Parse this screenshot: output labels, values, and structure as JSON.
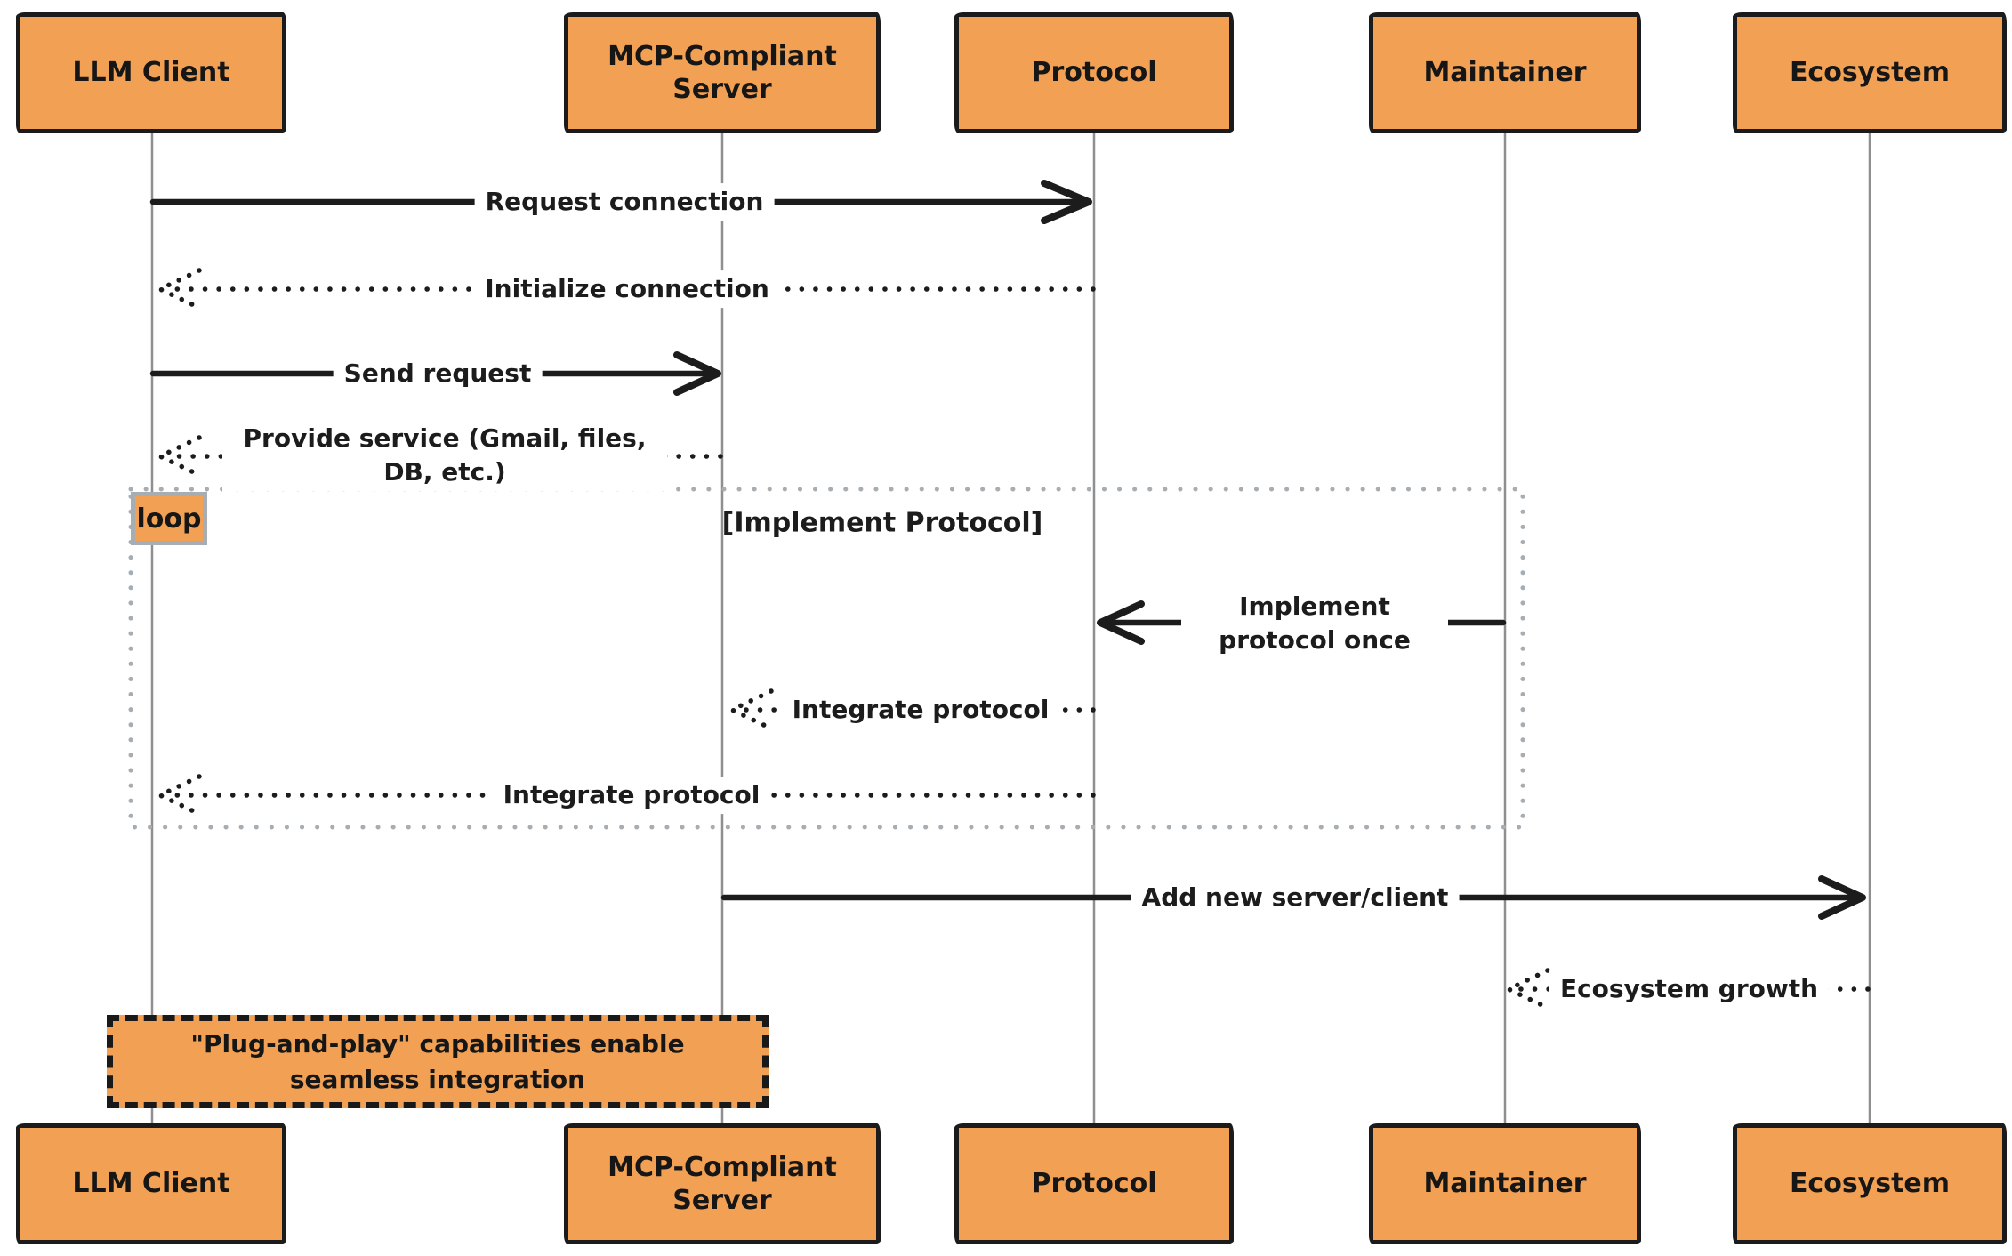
{
  "diagram": {
    "type": "sequence-diagram",
    "actors": [
      {
        "id": "llm-client",
        "label": "LLM Client"
      },
      {
        "id": "mcp-server",
        "label": "MCP-Compliant Server"
      },
      {
        "id": "protocol",
        "label": "Protocol"
      },
      {
        "id": "maintainer",
        "label": "Maintainer"
      },
      {
        "id": "ecosystem",
        "label": "Ecosystem"
      }
    ],
    "messages": [
      {
        "from": "LLM Client",
        "to": "Protocol",
        "label": "Request connection",
        "style": "solid"
      },
      {
        "from": "Protocol",
        "to": "LLM Client",
        "label": "Initialize connection",
        "style": "dotted"
      },
      {
        "from": "LLM Client",
        "to": "MCP-Compliant Server",
        "label": "Send request",
        "style": "solid"
      },
      {
        "from": "MCP-Compliant Server",
        "to": "LLM Client",
        "label": "Provide service (Gmail, files, DB, etc.)",
        "style": "dotted"
      },
      {
        "from": "Maintainer",
        "to": "Protocol",
        "label": "Implement protocol once",
        "style": "solid"
      },
      {
        "from": "Protocol",
        "to": "MCP-Compliant Server",
        "label": "Integrate protocol",
        "style": "dotted"
      },
      {
        "from": "Protocol",
        "to": "LLM Client",
        "label": "Integrate protocol",
        "style": "dotted"
      },
      {
        "from": "MCP-Compliant Server",
        "to": "Ecosystem",
        "label": "Add new server/client",
        "style": "solid"
      },
      {
        "from": "Ecosystem",
        "to": "Maintainer",
        "label": "Ecosystem growth",
        "style": "dotted"
      }
    ],
    "loop": {
      "label": "loop",
      "title": "[Implement Protocol]"
    },
    "note": {
      "over": "LLM Client",
      "text": "\"Plug-and-play\" capabilities enable seamless integration"
    },
    "colors": {
      "actor_fill": "#f2a154",
      "actor_border": "#1b1b1b",
      "lifeline": "#8f8f8f",
      "loop_border": "#a6adb3",
      "message_line": "#1c1c1c",
      "background": "#ffffff"
    }
  }
}
